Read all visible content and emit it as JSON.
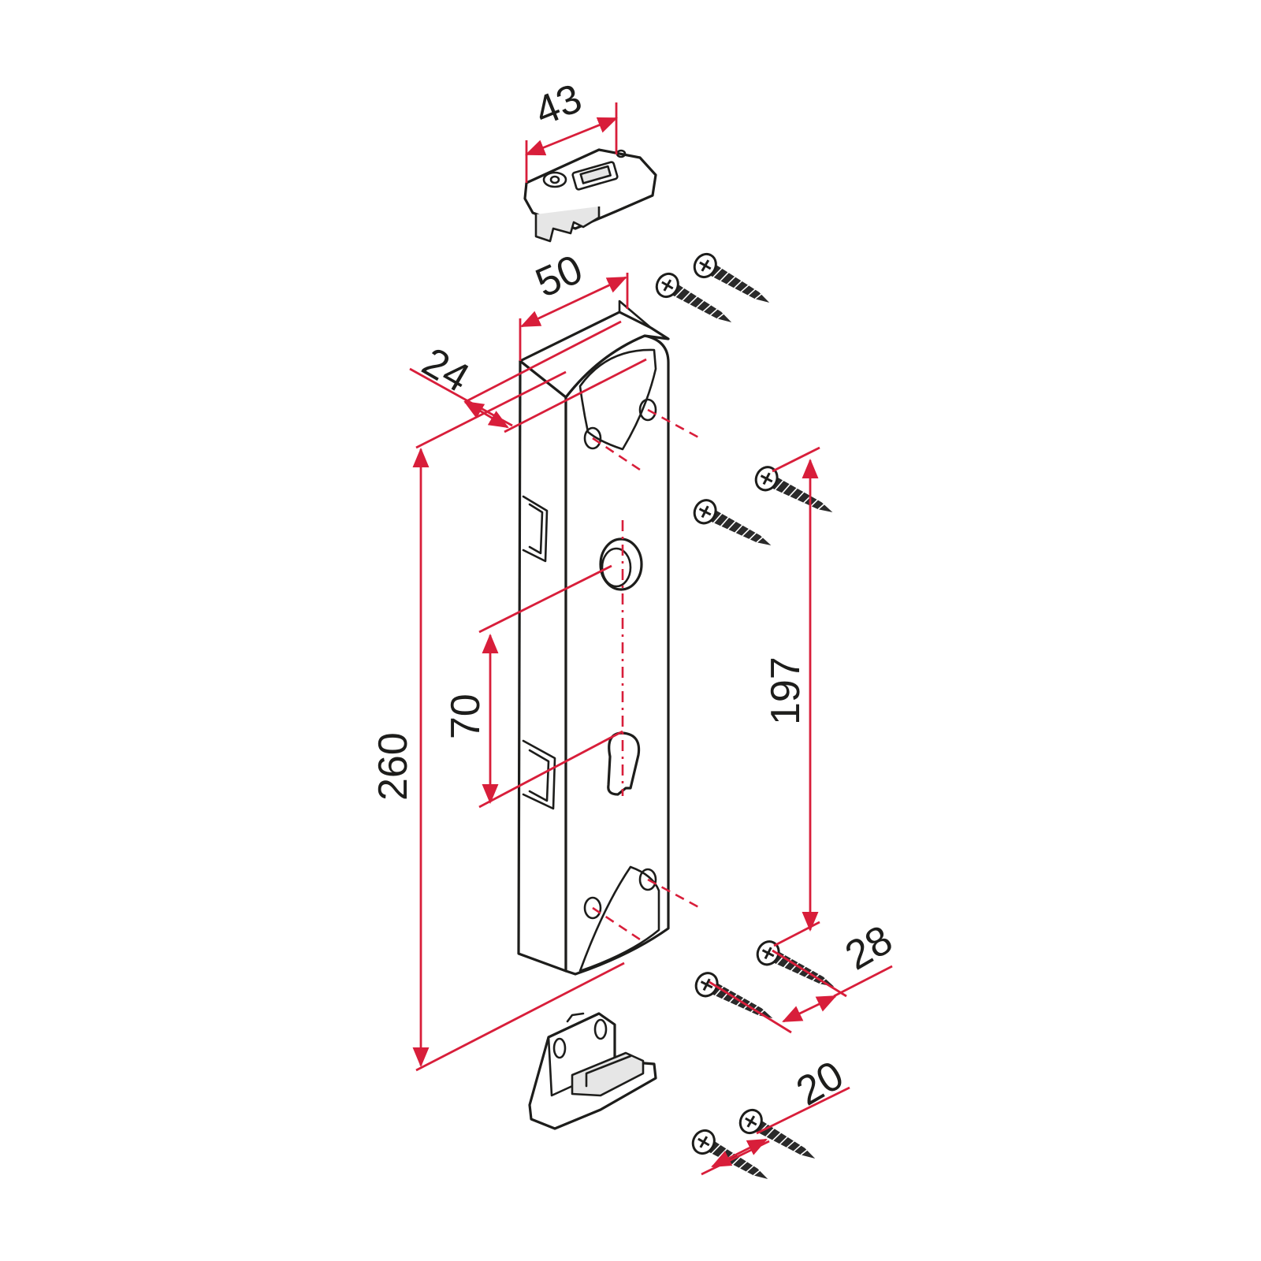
{
  "dimensions": {
    "width_top_cap": "43",
    "width_plate": "50",
    "depth_plate": "24",
    "total_length": "260",
    "center_distance": "70",
    "screw_spacing": "197",
    "cap_offset_lower": "28",
    "cap_offset_bottom": "20"
  },
  "colors": {
    "dimension": "#d81e3a",
    "outline": "#1d1d1b"
  }
}
